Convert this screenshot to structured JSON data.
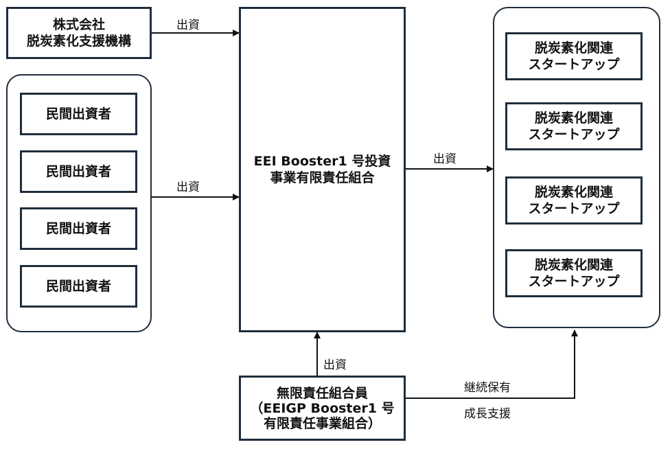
{
  "jic": {
    "line1": "株式会社",
    "line2": "脱炭素化支援機構"
  },
  "investors": [
    "民間出資者",
    "民間出資者",
    "民間出資者",
    "民間出資者"
  ],
  "fund": {
    "line1": "EEI Booster1 号投資",
    "line2": "事業有限責任組合"
  },
  "startups": [
    {
      "line1": "脱炭素化関連",
      "line2": "スタートアップ"
    },
    {
      "line1": "脱炭素化関連",
      "line2": "スタートアップ"
    },
    {
      "line1": "脱炭素化関連",
      "line2": "スタートアップ"
    },
    {
      "line1": "脱炭素化関連",
      "line2": "スタートアップ"
    }
  ],
  "gp": {
    "line1": "無限責任組合員",
    "line2": "（EEIGP Booster1 号",
    "line3": "有限責任事業組合）"
  },
  "labels": {
    "invest_jic": "出資",
    "invest_private": "出資",
    "invest_fund": "出資",
    "invest_gp": "出資",
    "hold": "継続保有",
    "support": "成長支援"
  }
}
